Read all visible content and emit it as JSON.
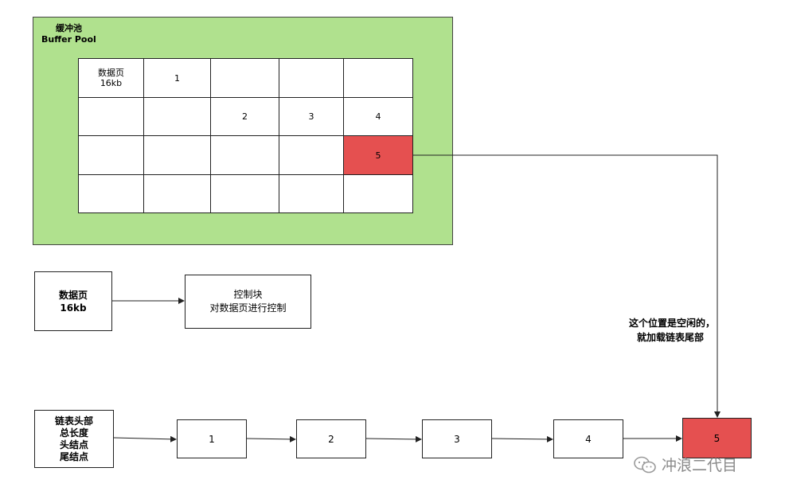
{
  "buffer_pool": {
    "title_line1": "缓冲池",
    "title_line2": "Buffer Pool",
    "cell_page": "数据页\n16kb",
    "page_numbers": [
      "1",
      "2",
      "3",
      "4",
      "5"
    ]
  },
  "data_page": {
    "line1": "数据页",
    "line2": "16kb"
  },
  "control_block": {
    "line1": "控制块",
    "line2": "对数据页进行控制"
  },
  "free_note": {
    "line1": "这个位置是空闲的，",
    "line2": "就加载链表尾部"
  },
  "list_head": {
    "lines": [
      "链表头部",
      "总长度",
      "头结点",
      "尾结点"
    ]
  },
  "list_nodes": [
    "1",
    "2",
    "3",
    "4",
    "5"
  ],
  "watermark": {
    "text": "冲浪二代目",
    "icon": "wechat-icon"
  },
  "colors": {
    "pool_bg": "#b0e18e",
    "highlight": "#e55050"
  }
}
